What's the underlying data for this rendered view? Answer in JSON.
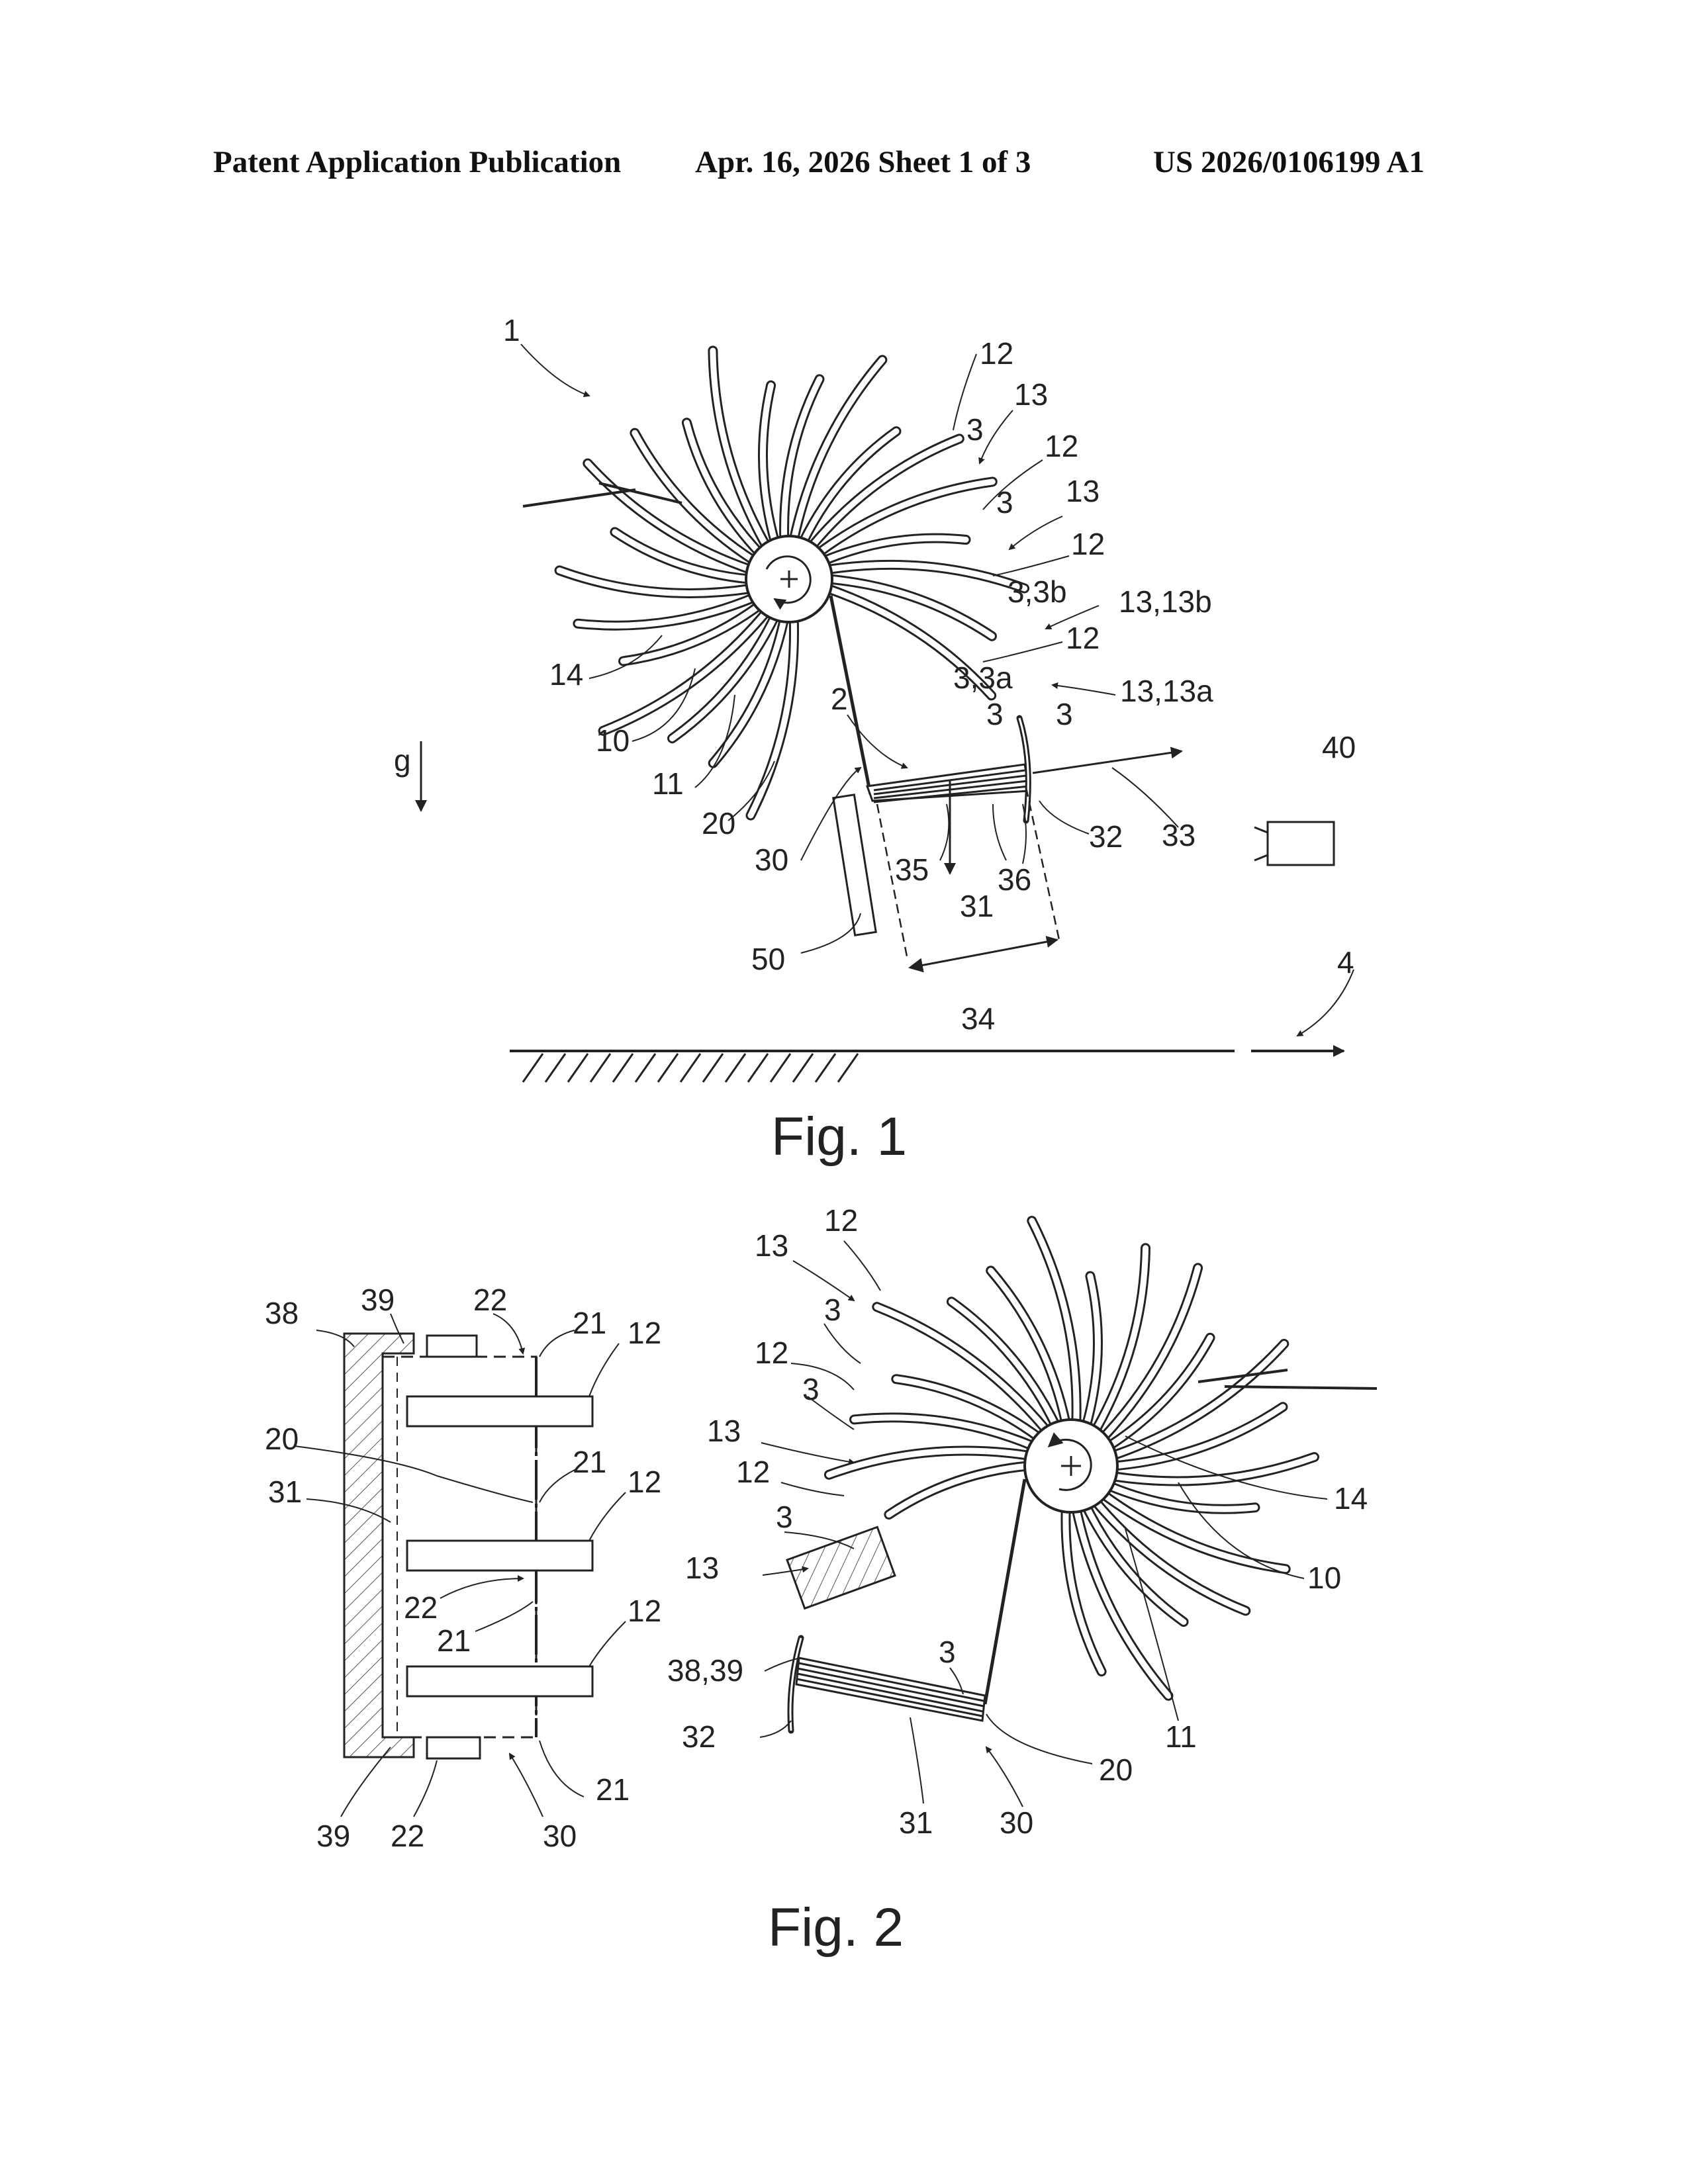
{
  "header": {
    "publication": "Patent Application Publication",
    "date_sheet": "Apr. 16, 2026  Sheet 1 of 3",
    "number": "US 2026/0106199 A1"
  },
  "fig1": {
    "caption": "Fig. 1",
    "labels": {
      "l1": "1",
      "l12a": "12",
      "l13a": "13",
      "l3a": "3",
      "l12b": "12",
      "l13b": "13",
      "l3b": "3",
      "l12c": "12",
      "l33b": "3,3b",
      "l1313b": "13,13b",
      "l12d": "12",
      "l33a": "3,3a",
      "l1313a": "13,13a",
      "l3c": "3",
      "l3d": "3",
      "l2": "2",
      "l14": "14",
      "l10": "10",
      "l11": "11",
      "lg": "g",
      "l20": "20",
      "l30": "30",
      "l35": "35",
      "l31": "31",
      "l36": "36",
      "l32": "32",
      "l33": "33",
      "l40": "40",
      "l50": "50",
      "l34": "34",
      "l4": "4"
    }
  },
  "fig2": {
    "caption": "Fig. 2",
    "labels": {
      "l38": "38",
      "l39a": "39",
      "l22a": "22",
      "l21a": "21",
      "l12a": "12",
      "l20": "20",
      "l21b": "21",
      "l12b": "12",
      "l31": "31",
      "l22b": "22",
      "l21c": "21",
      "l12c": "12",
      "l39b": "39",
      "l22c": "22",
      "l30a": "30",
      "l21d": "21",
      "l13a": "13",
      "l12r1": "12",
      "l3r1": "3",
      "l12r2": "12",
      "l3r2": "3",
      "l13b": "13",
      "l12r3": "12",
      "l3r3": "3",
      "l13c": "13",
      "l3839": "38,39",
      "l32": "32",
      "l3r4": "3",
      "l31r": "31",
      "l30r": "30",
      "l20r": "20",
      "l11": "11",
      "l10": "10",
      "l14": "14"
    }
  }
}
